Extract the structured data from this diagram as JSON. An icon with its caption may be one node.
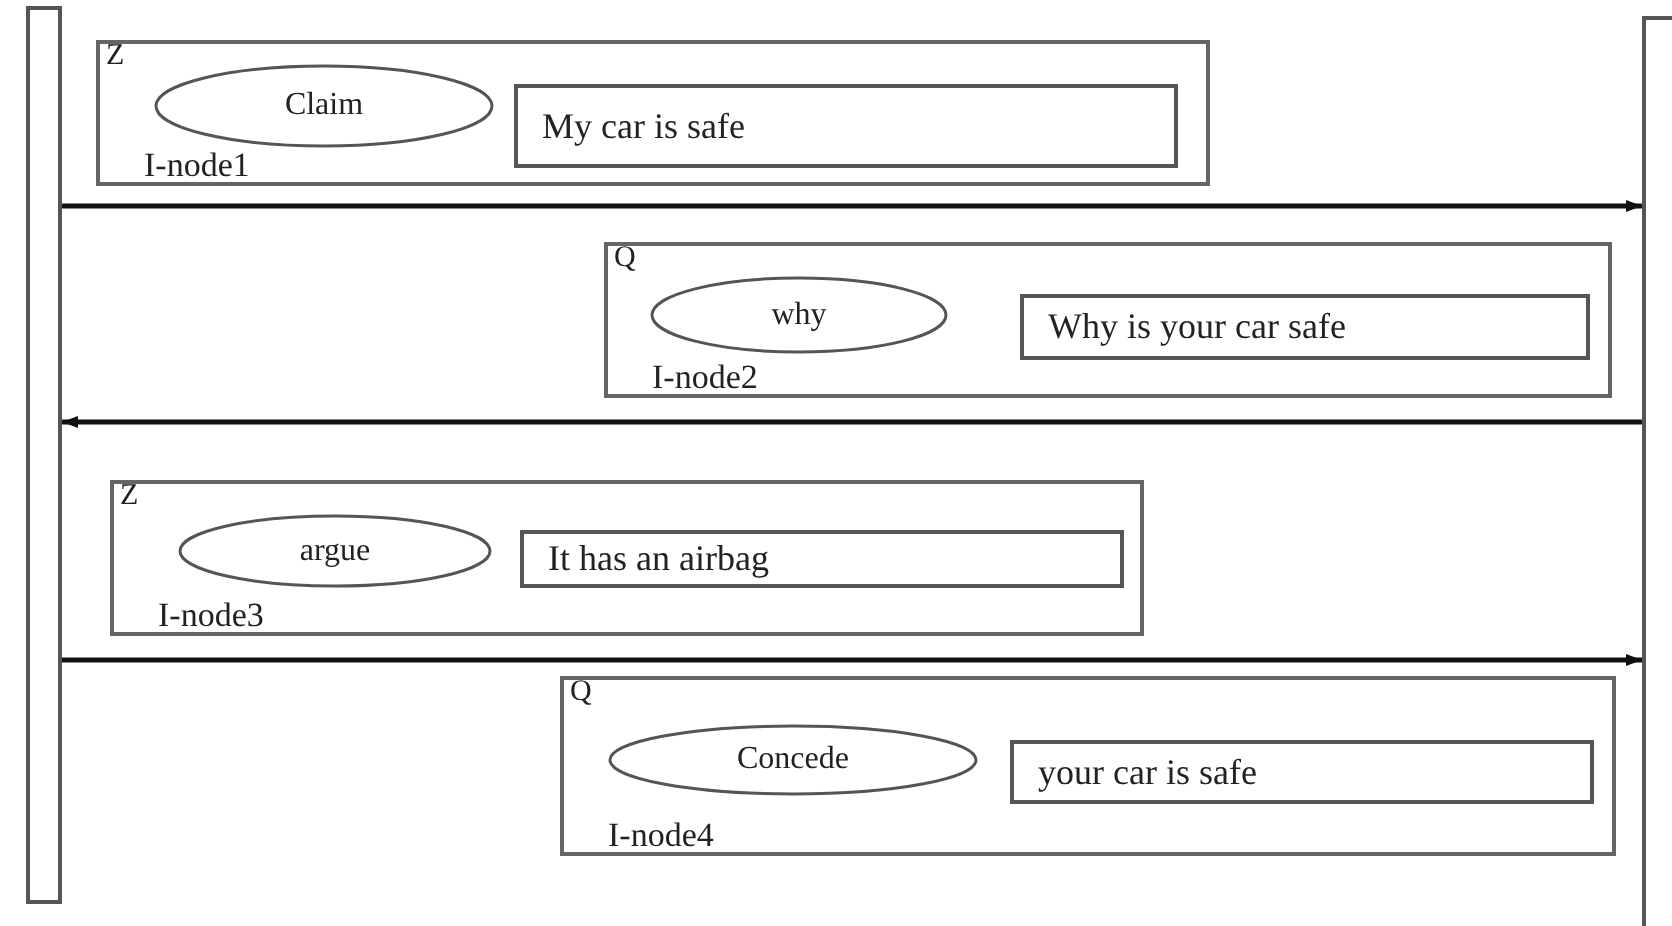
{
  "diagram": {
    "nodes": [
      {
        "text": [],
        "shape": "bar"
      },
      {
        "text": [],
        "shape": "bar"
      },
      {
        "text": [
          "Z",
          "I-node1"
        ]
      },
      {
        "text": [
          "Claim"
        ],
        "in": 2
      },
      {
        "text": [
          "My car is safe"
        ],
        "in": 2
      },
      {
        "text": [
          "Q",
          "I-node2"
        ]
      },
      {
        "text": [
          "why"
        ],
        "in": 5
      },
      {
        "text": [
          "Why is your car safe"
        ],
        "in": 5
      },
      {
        "text": [
          "Z",
          "I-node3"
        ]
      },
      {
        "text": [
          "argue"
        ],
        "in": 8
      },
      {
        "text": [
          "It has an airbag"
        ],
        "in": 8
      },
      {
        "text": [
          "Q",
          "I-node4"
        ]
      },
      {
        "text": [
          "Concede"
        ],
        "in": 11
      },
      {
        "text": [
          "your car is safe"
        ],
        "in": 11
      }
    ],
    "edges": [
      {
        "from": 0,
        "to": 1,
        "arrow": "to"
      },
      {
        "from": 1,
        "to": 0,
        "arrow": "to"
      },
      {
        "from": 0,
        "to": 1,
        "arrow": "to"
      }
    ]
  }
}
